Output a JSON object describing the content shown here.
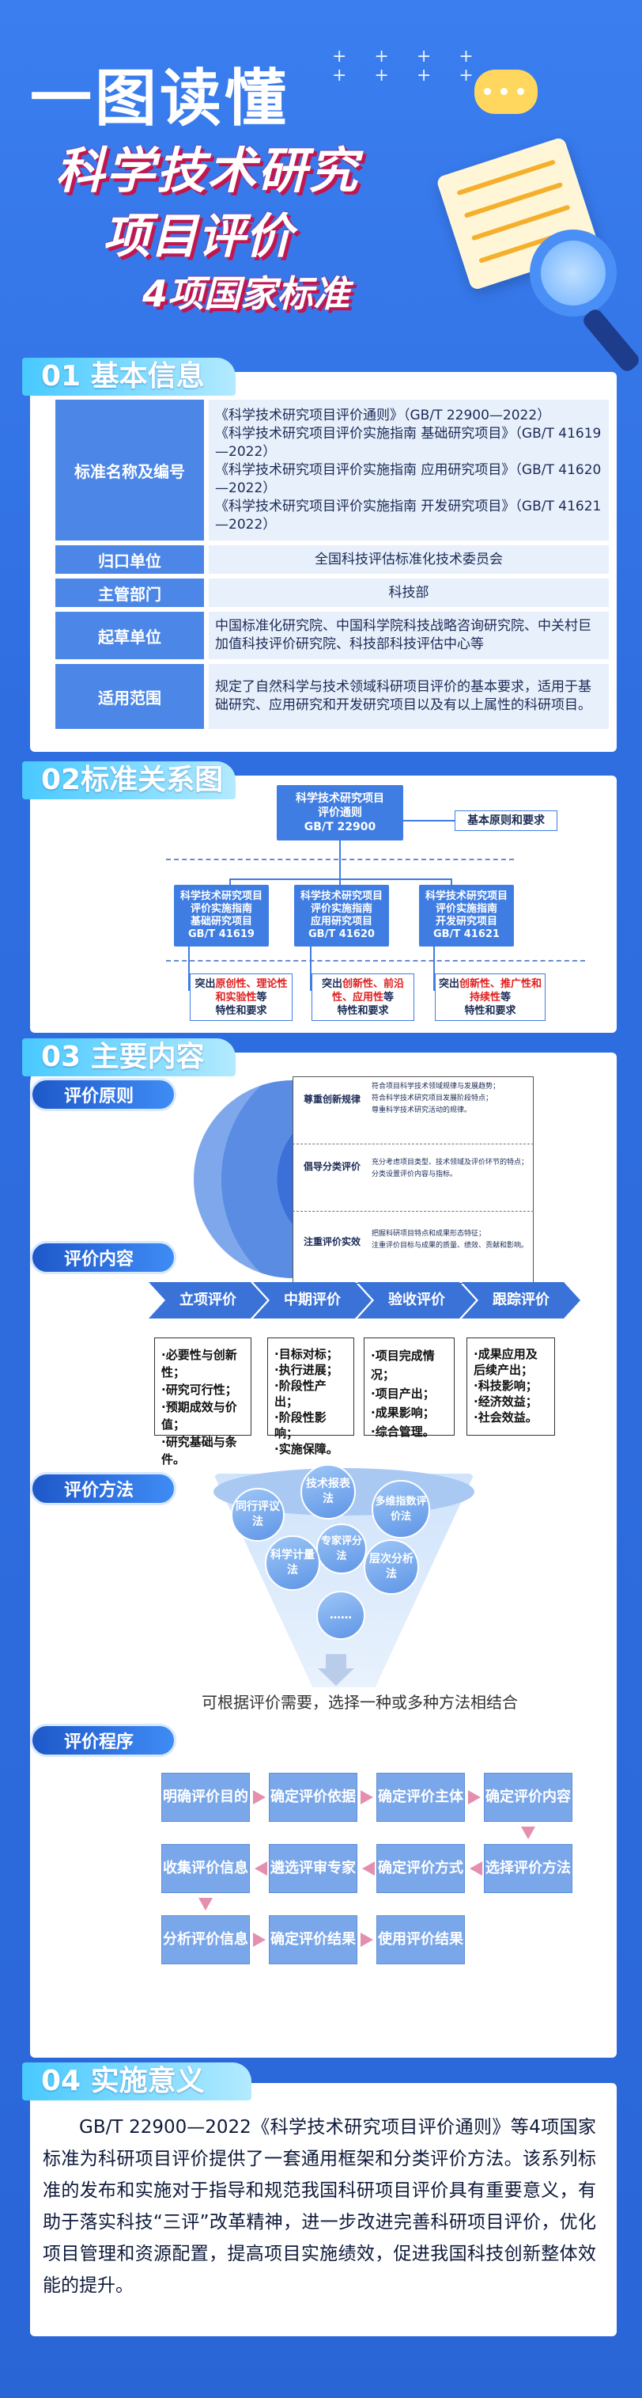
{
  "header": {
    "title": "一图读懂",
    "subtitle1": "科学技术研究",
    "subtitle2": "项目评价",
    "subtitle3": "4项国家标准",
    "plus": "+ + + +\n+ + + +"
  },
  "s1": {
    "label": "01 基本信息",
    "rows": [
      {
        "k": "标准名称及编号",
        "v": "《科学技术研究项目评价通则》（GB/T 22900—2022）\n《科学技术研究项目评价实施指南 基础研究项目》（GB/T 41619—2022）\n《科学技术研究项目评价实施指南 应用研究项目》（GB/T 41620—2022）\n《科学技术研究项目评价实施指南 开发研究项目》（GB/T 41621—2022）"
      },
      {
        "k": "归口单位",
        "v": "全国科技评估标准化技术委员会"
      },
      {
        "k": "主管部门",
        "v": "科技部"
      },
      {
        "k": "起草单位",
        "v": "中国标准化研究院、中国科学院科技战略咨询研究院、中关村巨加值科技评价研究院、科技部科技评估中心等"
      },
      {
        "k": "适用范围",
        "v": "规定了自然科学与技术领域科研项目评价的基本要求，适用于基础研究、应用研究和开发研究项目以及有以上属性的科研项目。"
      }
    ]
  },
  "s2": {
    "label": "02标准关系图",
    "top": "科学技术研究项目\n评价通则\nGB/T 22900",
    "top_side": "基本原则和要求",
    "g1": "科学技术研究项目\n评价实施指南\n基础研究项目\nGB/T 41619",
    "g2": "科学技术研究项目\n评价实施指南\n应用研究项目\nGB/T 41620",
    "g3": "科学技术研究项目\n评价实施指南\n开发研究项目\nGB/T 41621",
    "n1a": "突出",
    "n1r": "原创性、理论性和实验性",
    "n1b": "等\n特性和要求",
    "n2a": "突出",
    "n2r": "创新性、前沿性、应用性",
    "n2b": "等\n特性和要求",
    "n3a": "突出",
    "n3r": "创新性、推广性和持续性",
    "n3b": "等\n特性和要求"
  },
  "s3": {
    "label": "03 主要内容",
    "p1": "评价原则",
    "p2": "评价内容",
    "p3": "评价方法",
    "p4": "评价程序",
    "principles": [
      {
        "name": "尊重创新规律",
        "items": [
          "符合项目科学技术领域规律与发展趋势；",
          "符合科学技术研究项目发展阶段特点；",
          "尊重科学技术研究活动的规律。"
        ]
      },
      {
        "name": "倡导分类评价",
        "items": [
          "充分考虑项目类型、技术领域及评价环节的特点；",
          "分类设置评价内容与指标。"
        ]
      },
      {
        "name": "注重评价实效",
        "items": [
          "把握科研项目特点和成果形态特征；",
          "注重评价目标与成果的质量、绩效、贡献和影响。"
        ]
      }
    ],
    "stages": [
      "立项评价",
      "中期评价",
      "验收评价",
      "跟踪评价"
    ],
    "stage_items": [
      [
        "·必要性与创新性；",
        "·研究可行性；",
        "·预期成效与价值；",
        "·研究基础与条件。"
      ],
      [
        "·目标对标；",
        "·执行进展；",
        "·阶段性产出；",
        "·阶段性影响；",
        "·实施保障。"
      ],
      [
        "·项目完成情况；",
        "·项目产出；",
        "·成果影响；",
        "·综合管理。"
      ],
      [
        "·成果应用及后续产出；",
        "·科技影响；",
        "·经济效益；",
        "·社会效益。"
      ]
    ],
    "methods": [
      "同行评议法",
      "技术报表法",
      "多维指数评价法",
      "专家评分法",
      "科学计量法",
      "层次分析法",
      "……"
    ],
    "method_note": "可根据评价需要，选择一种或多种方法相结合",
    "steps": [
      "明确评价目的",
      "确定评价依据",
      "确定评价主体",
      "确定评价内容",
      "选择评价方法",
      "确定评价方式",
      "遴选评审专家",
      "收集评价信息",
      "分析评价信息",
      "确定评价结果",
      "使用评价结果"
    ]
  },
  "s4": {
    "label": "04 实施意义",
    "text": "GB/T 22900—2022《科学技术研究项目评价通则》等4项国家标准为科研项目评价提供了一套通用框架和分类评价方法。该系列标准的发布和实施对于指导和规范我国科研项目评价具有重要意义，有助于落实科技“三评”改革精神，进一步改进完善科研项目评价，优化项目管理和资源配置，提高项目实施绩效，促进我国科技创新整体效能的提升。"
  }
}
